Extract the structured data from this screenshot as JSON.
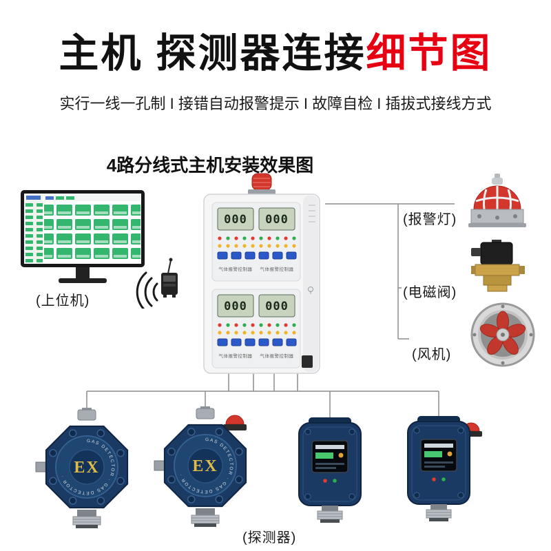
{
  "title": {
    "part_black": "主机 探测器连接",
    "part_red": "细节图"
  },
  "subtitle": "实行一线一孔制 I 接错自动报警提示 I 故障自检 I 插拔式接线方式",
  "section_title": "4路分线式主机安装效果图",
  "labels": {
    "host_computer": "(上位机)",
    "alarm_light": "(报警灯)",
    "solenoid_valve": "(电磁阀)",
    "fan": "(风机)",
    "detector": "(探测器)"
  },
  "controller": {
    "display_value": "000",
    "panel_caption": "气体报警控制器"
  },
  "detectors": {
    "ex_label": "EX",
    "ring_text": "GAS DETECTOR · GAS DETECTOR ·"
  },
  "colors": {
    "accent_red": "#e60012",
    "detector_navy": "#1a3a64",
    "panel_gray": "#f6f6f7",
    "beacon_red": "#d3362a",
    "brass": "#c9a24a",
    "screen_green": "#35b66f"
  }
}
